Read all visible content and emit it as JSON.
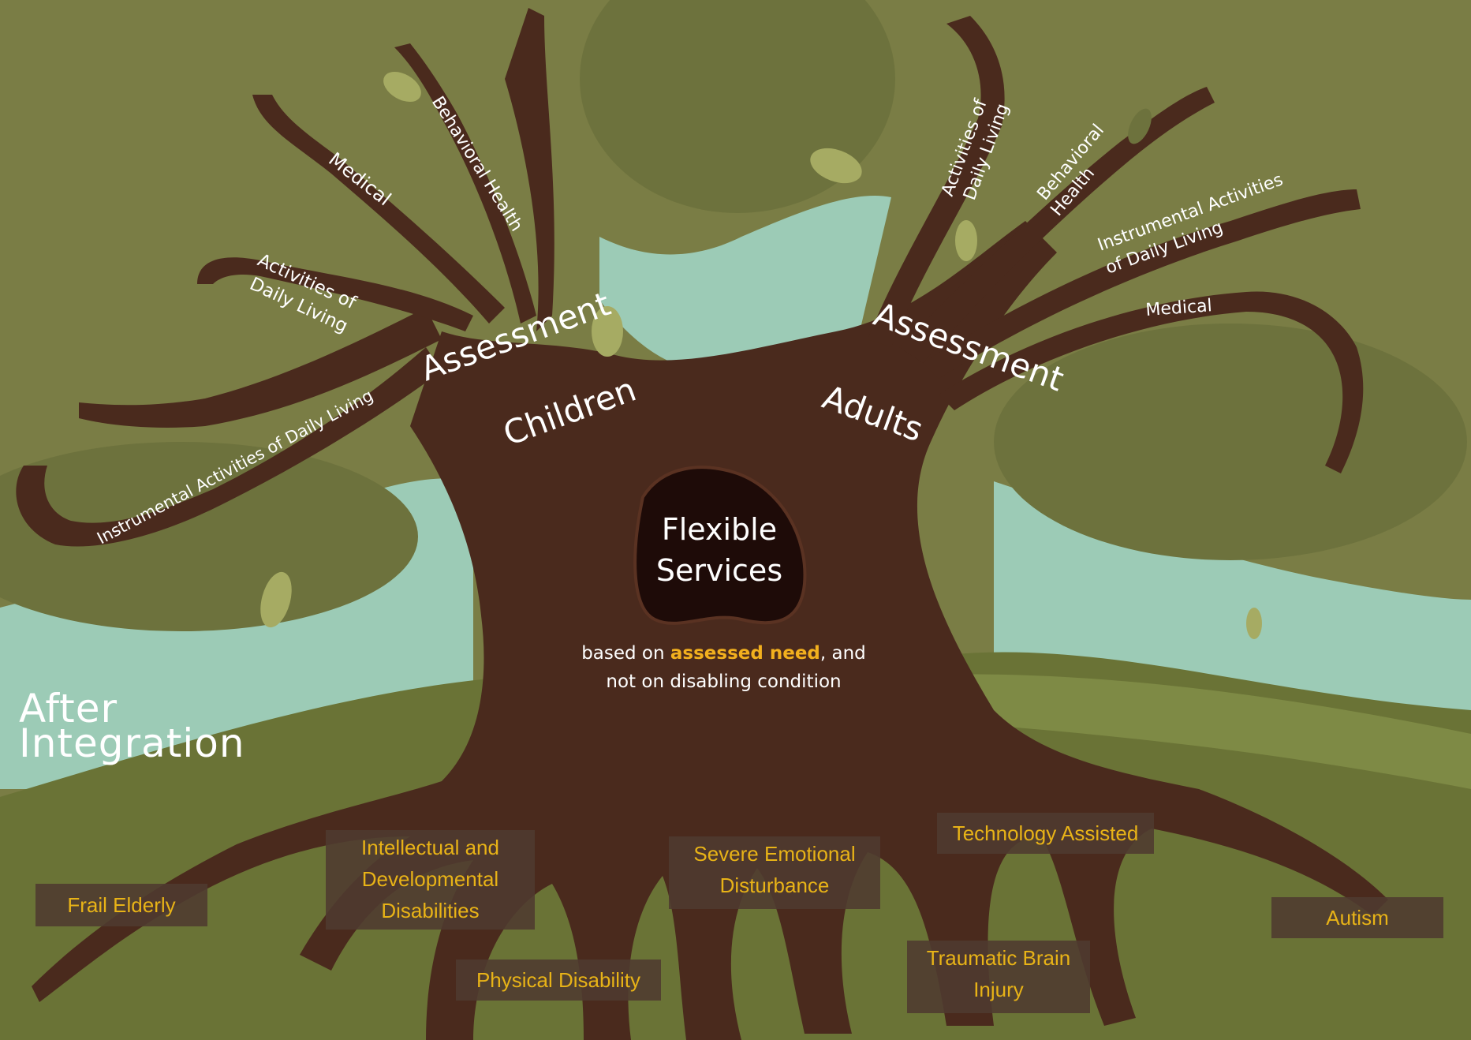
{
  "colors": {
    "sky": "#9ccbb6",
    "foliage": "#7a7d45",
    "ground": "#6a7336",
    "trunk": "#4a2a1d",
    "hollow": "#1e0b08",
    "label_highlight": "#f2b01e",
    "root_box_text": "#e8b317"
  },
  "title": {
    "line1": "After",
    "line2": "Integration"
  },
  "center": {
    "line1": "Flexible",
    "line2": "Services",
    "note_pre": "based on ",
    "note_highlight": "assessed need",
    "note_post": ", and",
    "note_line2": "not on disabling condition"
  },
  "children": {
    "label": "Children",
    "assessment": "Assessment",
    "branches": {
      "medical": "Medical",
      "behavioral_health": "Behavioral Health",
      "adl_line1": "Activities of",
      "adl_line2": "Daily Living",
      "iadl": "Instrumental Activities of Daily Living"
    }
  },
  "adults": {
    "label": "Adults",
    "assessment": "Assessment",
    "branches": {
      "adl_line1": "Activities of",
      "adl_line2": "Daily Living",
      "bh_line1": "Behavioral",
      "bh_line2": "Health",
      "iadl_line1": "Instrumental Activities",
      "iadl_line2": "of Daily Living",
      "medical": "Medical"
    }
  },
  "roots": {
    "frail_elderly": "Frail Elderly",
    "idd_line1": "Intellectual and",
    "idd_line2": "Developmental",
    "idd_line3": "Disabilities",
    "physical": "Physical Disability",
    "sed_line1": "Severe Emotional",
    "sed_line2": "Disturbance",
    "tech": "Technology Assisted",
    "tbi_line1": "Traumatic Brain",
    "tbi_line2": "Injury",
    "autism": "Autism"
  }
}
